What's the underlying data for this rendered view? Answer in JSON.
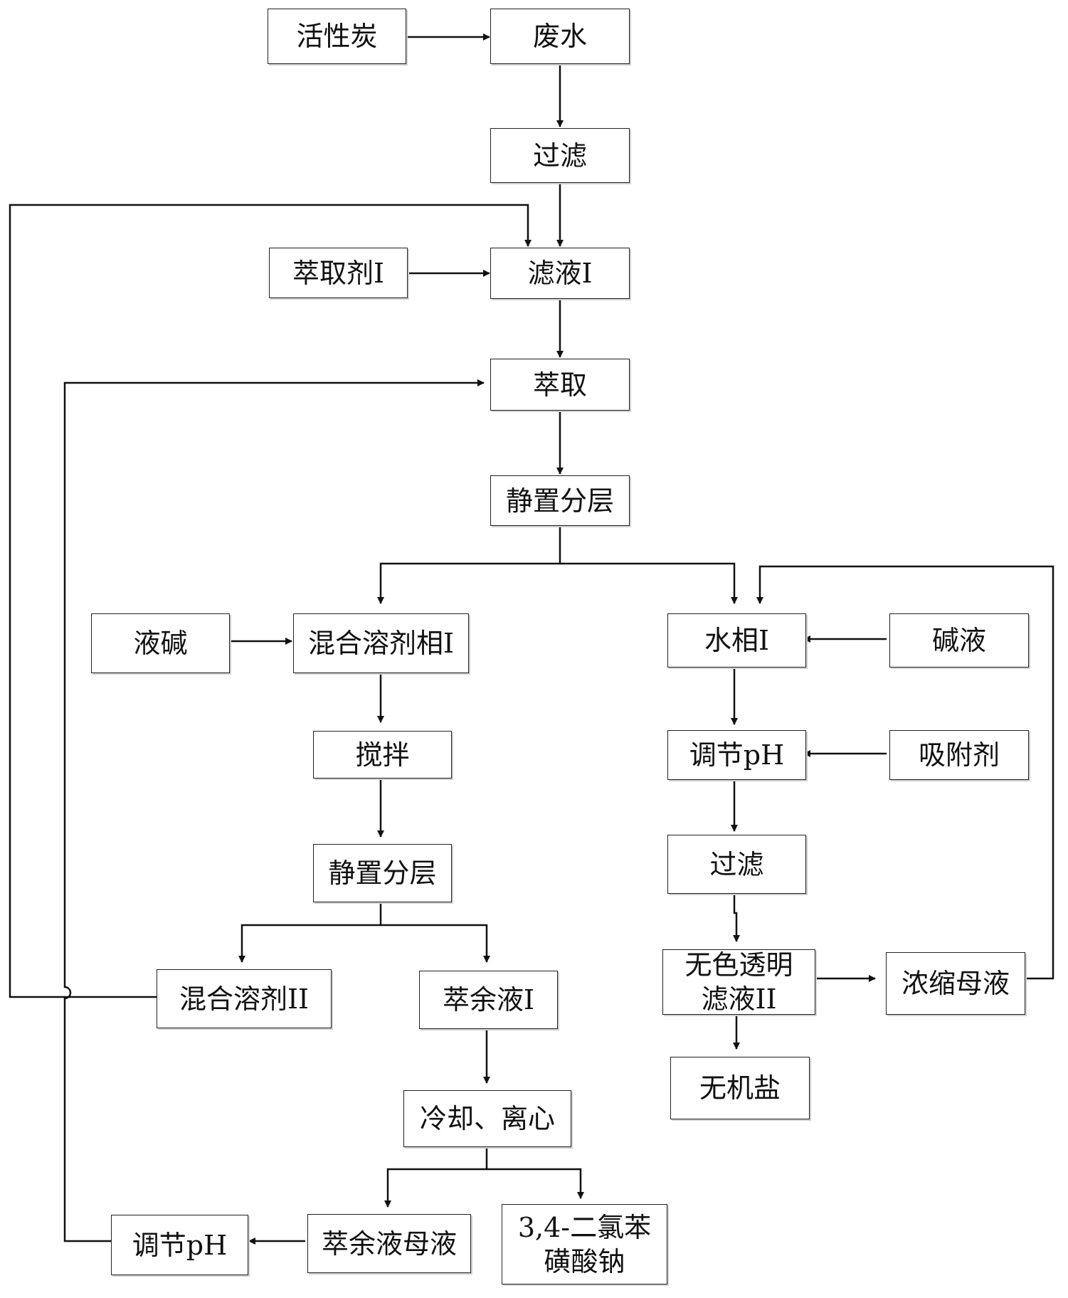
{
  "nodes": {
    "activated_carbon": "活性炭",
    "wastewater": "废水",
    "filtration_1": "过滤",
    "extractant_1": "萃取剂I",
    "filtrate_1": "滤液I",
    "extraction": "萃取",
    "settling_1": "静置分层",
    "liquid_alkali": "液碱",
    "mixed_solvent_phase_1": "混合溶剂相I",
    "stirring": "搅拌",
    "settling_2": "静置分层",
    "mixed_solvent_2": "混合溶剂II",
    "raffinate_1": "萃余液I",
    "cooling_centrifuge": "冷却、离心",
    "raffinate_mother_liquor": "萃余液母液",
    "product": "3,4-二氯苯\n磺酸钠",
    "adjust_ph_left": "调节pH",
    "aqueous_phase_1": "水相I",
    "alkali_solution": "碱液",
    "adjust_ph_right": "调节pH",
    "adsorbent": "吸附剂",
    "filtration_2": "过滤",
    "colorless_filtrate_2": "无色透明\n滤液II",
    "concentrated_mother_liquor": "浓缩母液",
    "inorganic_salt": "无机盐"
  }
}
